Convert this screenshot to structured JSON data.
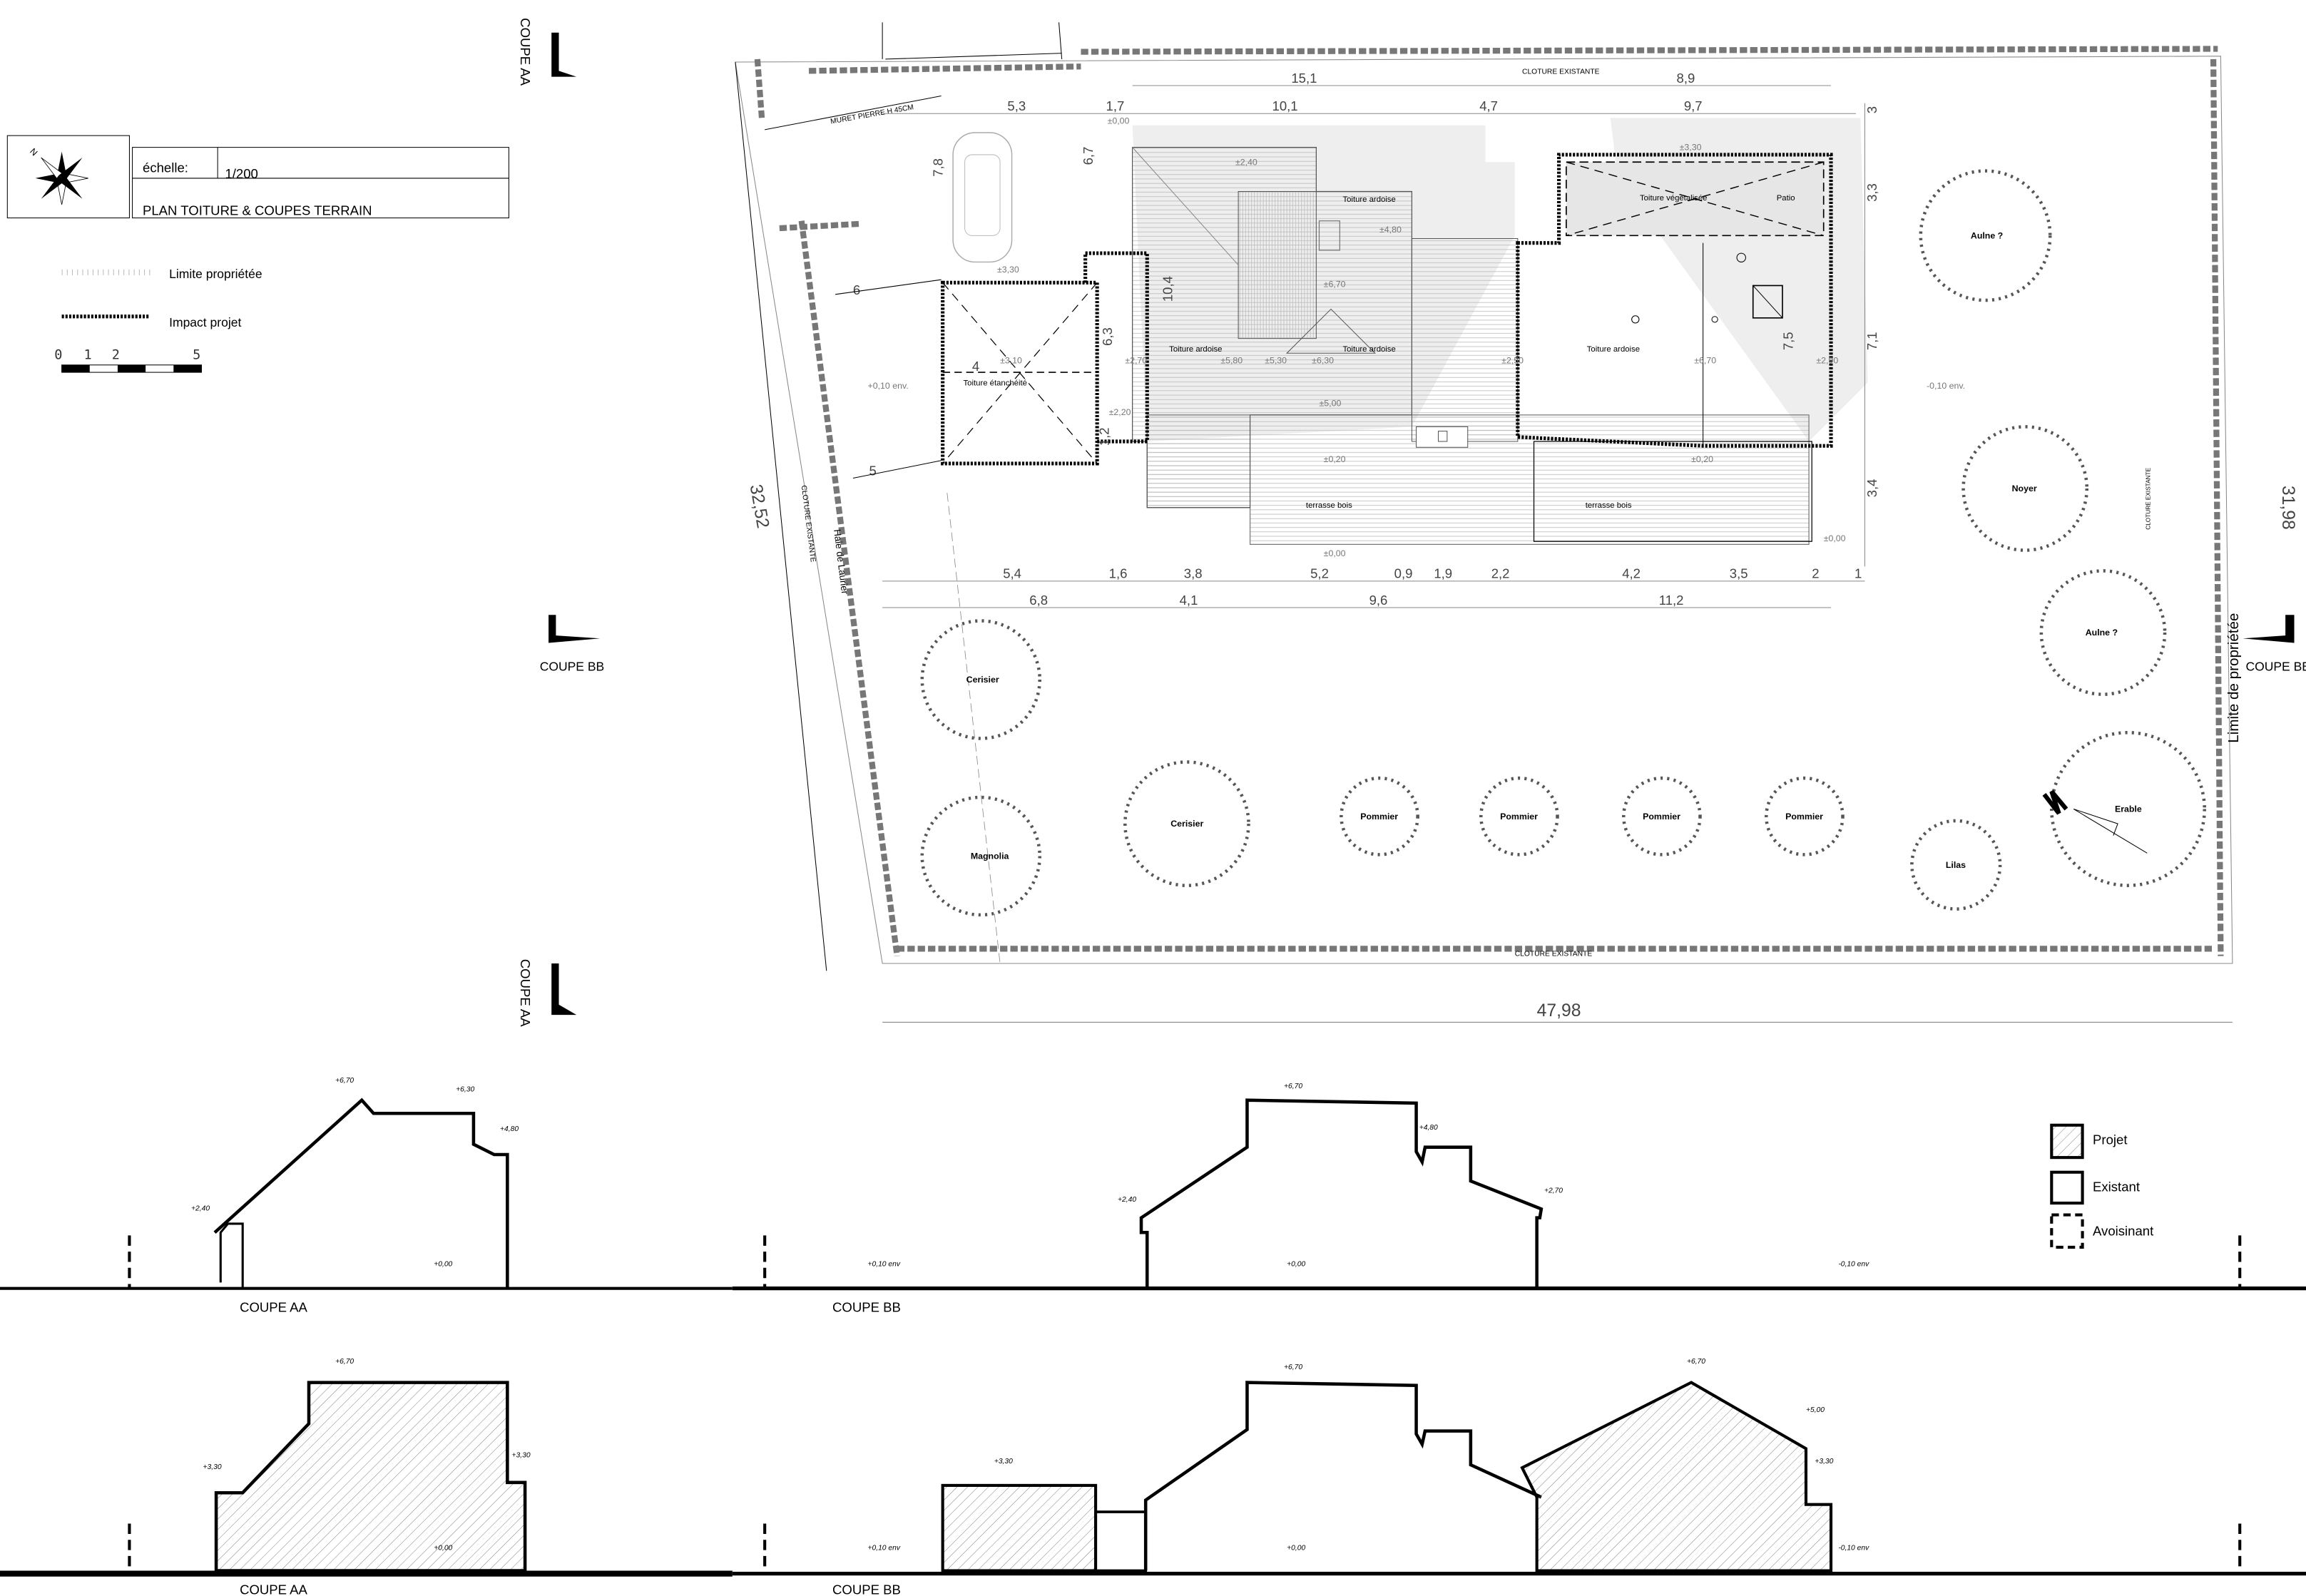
{
  "title_block": {
    "scale_label": "échelle:",
    "scale_value": "1/200",
    "title": "PLAN TOITURE  & COUPES  TERRAIN",
    "compass_letter": "N"
  },
  "legend_plan": {
    "limit": "Limite propriétée",
    "impact": "Impact projet",
    "scale_ticks": [
      "0",
      "1",
      "2",
      "5"
    ]
  },
  "section_markers": {
    "aa": "COUPE AA",
    "bb": "COUPE BB"
  },
  "plan": {
    "fence_top": "CLOTURE EXISTANTE",
    "fence_left": "CLOTURE EXISTANTE",
    "fence_right": "CLOTURE EXISTANTE",
    "fence_bottom": "CLOTURE EXISTANTE",
    "hedge": "Haie de Laurier",
    "wall": "MURET PIERRE H 45CM",
    "property_limit": "Limite de propriétée",
    "roofs": {
      "slate1": "Toiture ardoise",
      "slate2": "Toiture ardoise",
      "slate3": "Toiture ardoise",
      "slate4": "Toiture ardoise",
      "sealed": "Toiture étanchéité",
      "green": "Toiture végétalisée",
      "patio": "Patio"
    },
    "terraces": [
      "terrasse bois",
      "terrasse bois"
    ],
    "dims_top1": [
      "15,1",
      "8,9"
    ],
    "dims_top2": [
      "5,3",
      "1,7",
      "10,1",
      "4,7",
      "9,7"
    ],
    "dims_bottom1": [
      "5,4",
      "1,6",
      "3,8",
      "5,2",
      "0,9",
      "1,9",
      "2,2",
      "4,2",
      "3,5",
      "2",
      "1"
    ],
    "dims_bottom2": [
      "6,8",
      "4,1",
      "9,6",
      "11,2"
    ],
    "dims_vertical": [
      "7,8",
      "6,7",
      "10,4",
      "6,3",
      "1,2",
      "3",
      "3,3",
      "7,1",
      "7,5",
      "3,4",
      "6",
      "5",
      "4"
    ],
    "overall": {
      "width": "47,98",
      "left": "32,52",
      "right": "31,98"
    },
    "elevations": [
      "±0,00",
      "±2,40",
      "±4,80",
      "±6,70",
      "±3,30",
      "±3,30",
      "±3,10",
      "±2,70",
      "±5,80",
      "±5,30",
      "±6,30",
      "±2,50",
      "±6,70",
      "±2,90",
      "±2,20",
      "±5,00",
      "±0,20",
      "±0,20",
      "±0,00",
      "±0,00",
      "+0,10 env.",
      "-0,10 env."
    ],
    "trees": [
      "Cerisier",
      "Magnolia",
      "Cerisier",
      "Pommier",
      "Pommier",
      "Pommier",
      "Pommier",
      "Lilas",
      "Erable",
      "Aulne ?",
      "Noyer",
      "Aulne ?"
    ]
  },
  "sections": {
    "aa_existing": {
      "label": "COUPE AA",
      "levels": [
        "+6,70",
        "+6,30",
        "+4,80",
        "+2,40",
        "+0,00"
      ]
    },
    "aa_project": {
      "label": "COUPE AA",
      "levels": [
        "+6,70",
        "+3,30",
        "+3,30",
        "+0,00"
      ]
    },
    "bb_existing": {
      "label": "COUPE BB",
      "levels": [
        "+6,70",
        "+4,80",
        "+2,40",
        "+2,70",
        "+0,10 env",
        "+0,00",
        "-0,10 env"
      ]
    },
    "bb_project": {
      "label": "COUPE BB",
      "levels": [
        "+3,30",
        "+6,70",
        "+6,70",
        "+5,00",
        "+3,30",
        "+0,10 env",
        "+0,00",
        "-0,10 env"
      ]
    }
  },
  "legend_sections": {
    "project": "Projet",
    "existing": "Existant",
    "neighbour": "Avoisinant"
  }
}
